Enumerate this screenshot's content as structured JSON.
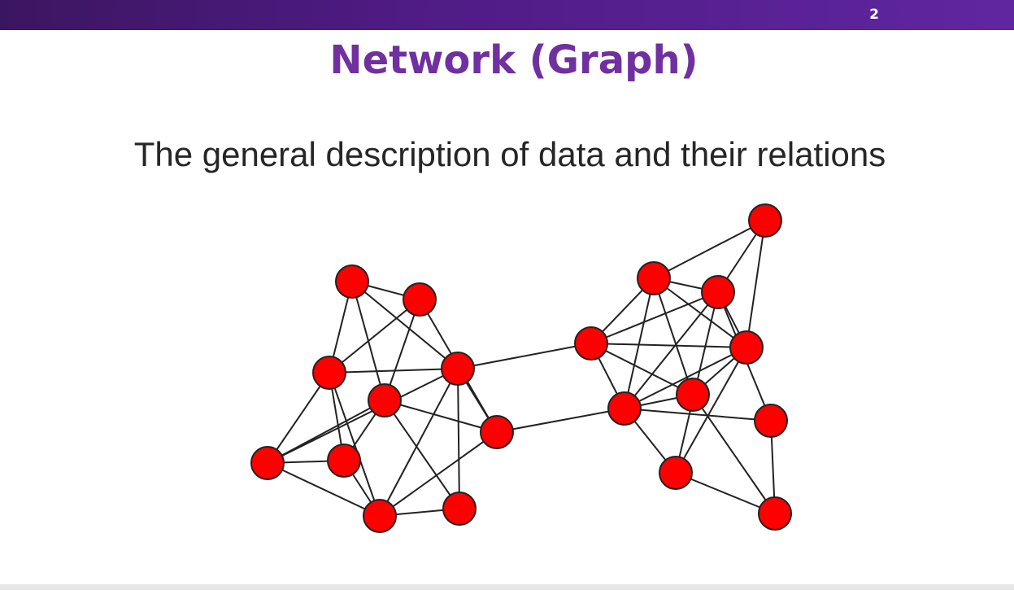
{
  "slide": {
    "page_number": "2",
    "title": "Network (Graph)",
    "subtitle": "The general description of data and their relations"
  },
  "colors": {
    "header_bar": "#4f1b84",
    "title": "#7030a0",
    "node_fill": "#ff0000",
    "node_stroke": "#222222",
    "edge": "#222222"
  },
  "graph": {
    "nodes": [
      "n1",
      "n2",
      "n3",
      "n4",
      "n5",
      "n6",
      "n7",
      "n8",
      "n9",
      "n10",
      "n11",
      "n12",
      "n13",
      "n14",
      "n15",
      "n16",
      "n17",
      "n18",
      "n19",
      "n20"
    ],
    "edges": [
      [
        "n1",
        "n2"
      ],
      [
        "n1",
        "n3"
      ],
      [
        "n1",
        "n5"
      ],
      [
        "n1",
        "n4"
      ],
      [
        "n2",
        "n3"
      ],
      [
        "n2",
        "n5"
      ],
      [
        "n2",
        "n8"
      ],
      [
        "n3",
        "n4"
      ],
      [
        "n3",
        "n6"
      ],
      [
        "n3",
        "n7"
      ],
      [
        "n3",
        "n9"
      ],
      [
        "n4",
        "n8"
      ],
      [
        "n4",
        "n9"
      ],
      [
        "n4",
        "n10"
      ],
      [
        "n4",
        "n6"
      ],
      [
        "n5",
        "n7"
      ],
      [
        "n5",
        "n8"
      ],
      [
        "n5",
        "n10"
      ],
      [
        "n5",
        "n6"
      ],
      [
        "n6",
        "n7"
      ],
      [
        "n6",
        "n9"
      ],
      [
        "n7",
        "n9"
      ],
      [
        "n8",
        "n9"
      ],
      [
        "n9",
        "n10"
      ],
      [
        "n4",
        "n11"
      ],
      [
        "n8",
        "n16"
      ],
      [
        "n11",
        "n12"
      ],
      [
        "n11",
        "n14"
      ],
      [
        "n11",
        "n15"
      ],
      [
        "n11",
        "n17"
      ],
      [
        "n11",
        "n16"
      ],
      [
        "n12",
        "n13"
      ],
      [
        "n12",
        "n14"
      ],
      [
        "n12",
        "n15"
      ],
      [
        "n12",
        "n16"
      ],
      [
        "n12",
        "n17"
      ],
      [
        "n13",
        "n14"
      ],
      [
        "n13",
        "n15"
      ],
      [
        "n14",
        "n15"
      ],
      [
        "n14",
        "n16"
      ],
      [
        "n14",
        "n18"
      ],
      [
        "n14",
        "n19"
      ],
      [
        "n15",
        "n16"
      ],
      [
        "n15",
        "n17"
      ],
      [
        "n15",
        "n19"
      ],
      [
        "n16",
        "n17"
      ],
      [
        "n16",
        "n18"
      ],
      [
        "n16",
        "n19"
      ],
      [
        "n17",
        "n20"
      ],
      [
        "n18",
        "n20"
      ],
      [
        "n19",
        "n20"
      ]
    ]
  }
}
